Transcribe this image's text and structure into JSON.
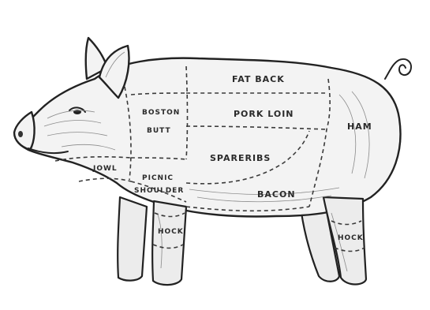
{
  "diagram": {
    "cuts": {
      "fat_back": "FAT BACK",
      "pork_loin": "PORK LOIN",
      "boston_butt_line1": "BOSTON",
      "boston_butt_line2": "BUTT",
      "ham": "HAM",
      "spareribs": "SPARERIBS",
      "bacon": "BACON",
      "jowl": "JOWL",
      "picnic_line1": "PICNIC",
      "picnic_line2": "SHOULDER",
      "hock_front": "HOCK",
      "hock_rear": "HOCK"
    },
    "colors": {
      "ink": "#222222",
      "body_fill": "#f3f3f3",
      "background": "#ffffff"
    }
  }
}
